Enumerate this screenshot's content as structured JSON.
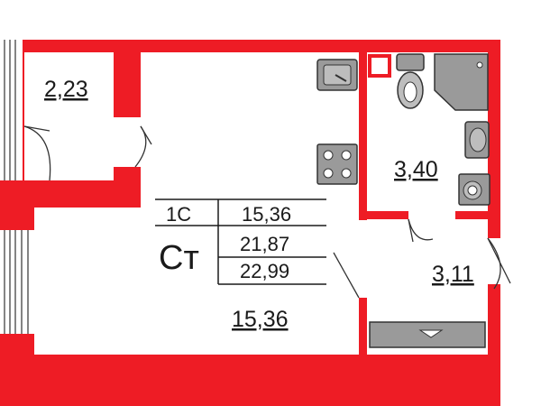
{
  "colors": {
    "wall": "#ee1c25",
    "fixture_fill": "#9a9a9a",
    "fixture_stroke": "#333333",
    "text": "#1a1a1a"
  },
  "rooms": {
    "hallway_area": "2,23",
    "bathroom_area": "3,40",
    "balcony_area": "3,11",
    "main_room_area": "15,36"
  },
  "info_table": {
    "rooms_code": "1С",
    "living_area": "15,36",
    "type_code": "Ст",
    "total_area": "21,87",
    "total_with_balcony": "22,99"
  },
  "fixtures": [
    "sink-icon",
    "stove-icon",
    "toilet-icon",
    "shower-icon",
    "washbasin-icon",
    "washing-machine-icon",
    "window-sill-icon"
  ]
}
